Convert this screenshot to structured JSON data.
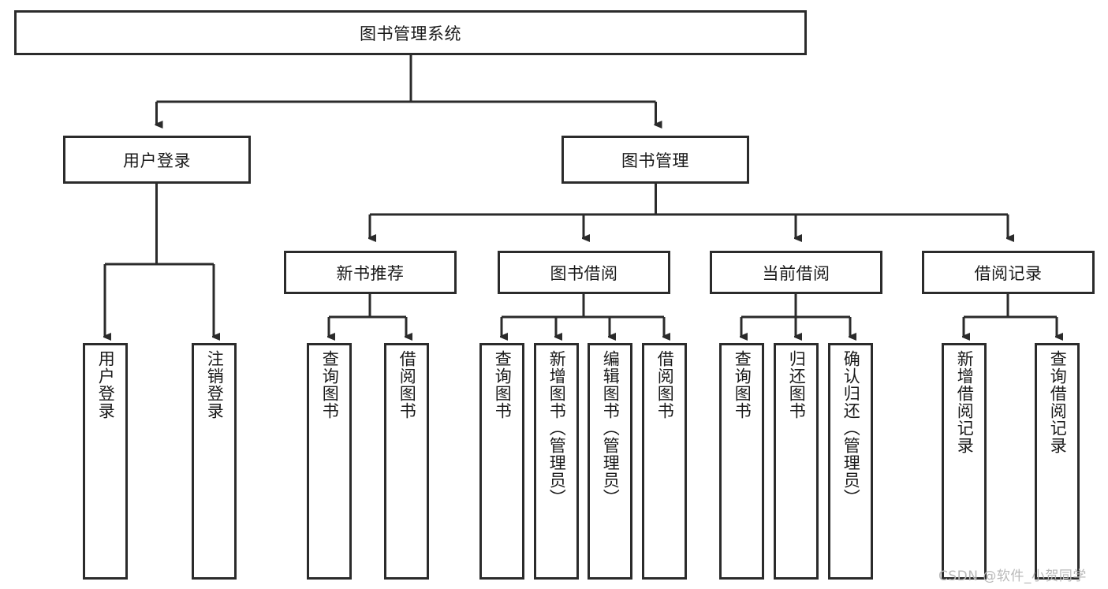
{
  "diagram": {
    "title_node": {
      "label": "图书管理系统"
    },
    "level2": [
      {
        "id": "user-login",
        "label": "用户登录"
      },
      {
        "id": "book-management",
        "label": "图书管理"
      }
    ],
    "level3": [
      {
        "id": "new-book-recommend",
        "label": "新书推荐"
      },
      {
        "id": "book-borrow",
        "label": "图书借阅"
      },
      {
        "id": "current-borrow",
        "label": "当前借阅"
      },
      {
        "id": "borrow-record",
        "label": "借阅记录"
      }
    ],
    "leaves": {
      "user_login": [
        {
          "id": "leaf-user-login",
          "label": "用户登录"
        },
        {
          "id": "leaf-logout",
          "label": "注销登录"
        }
      ],
      "new_book_recommend": [
        {
          "id": "leaf-query-book-1",
          "label": "查询图书"
        },
        {
          "id": "leaf-borrow-book-1",
          "label": "借阅图书"
        }
      ],
      "book_borrow": [
        {
          "id": "leaf-query-book-2",
          "label": "查询图书"
        },
        {
          "id": "leaf-add-book",
          "label": "新增图书（管理员）"
        },
        {
          "id": "leaf-edit-book",
          "label": "编辑图书（管理员）"
        },
        {
          "id": "leaf-borrow-book-2",
          "label": "借阅图书"
        }
      ],
      "current_borrow": [
        {
          "id": "leaf-query-book-3",
          "label": "查询图书"
        },
        {
          "id": "leaf-return-book",
          "label": "归还图书"
        },
        {
          "id": "leaf-confirm-return",
          "label": "确认归还（管理员）"
        }
      ],
      "borrow_record": [
        {
          "id": "leaf-add-record",
          "label": "新增借阅记录"
        },
        {
          "id": "leaf-query-record",
          "label": "查询借阅记录"
        }
      ]
    },
    "watermark": {
      "text": "CSDN @软件_小贺同学"
    },
    "colors": {
      "line": "#2b2b2b",
      "box_border": "#2b2b2b",
      "box_fill": "#ffffff",
      "text": "#1a1a1a",
      "watermark": "#b9b9b9",
      "background": "#ffffff"
    }
  }
}
